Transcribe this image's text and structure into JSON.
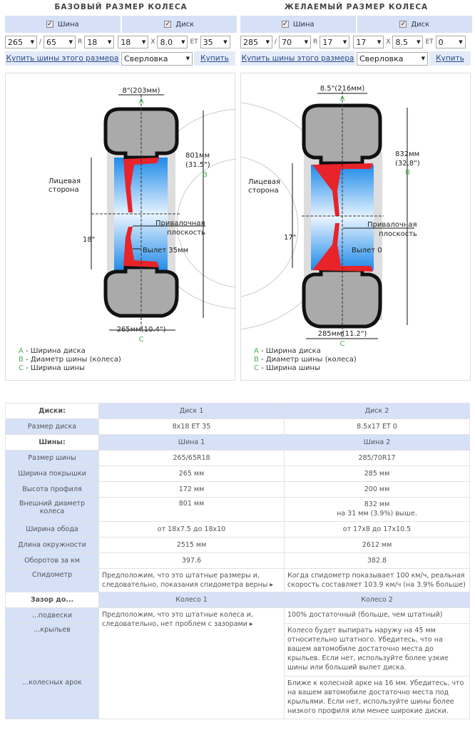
{
  "base": {
    "title": "БАЗОВЫЙ РАЗМЕР КОЛЕСА",
    "tire_label": "Шина",
    "disk_label": "Диск",
    "tire_width": "265",
    "tire_profile": "65",
    "tire_r_label": "R",
    "tire_diameter": "18",
    "disk_diameter": "18",
    "disk_x_label": "X",
    "disk_width": "8.0",
    "disk_et_label": "ET",
    "disk_et": "35",
    "buy_tires": "Купить шины этого размера",
    "drilling": "Сверловка",
    "buy": "Купить",
    "diagram": {
      "rim_width": "8\"(203мм)",
      "diameter_mm": "801мм",
      "diameter_in": "(31.5\")",
      "face_label_1": "Лицевая",
      "face_label_2": "сторона",
      "rim_size": "18\"",
      "mount_1": "Привалочная",
      "mount_2": "плоскость",
      "offset": "Вылет 35мм",
      "tire_width": "265мм(10.4\")"
    }
  },
  "desired": {
    "title": "ЖЕЛАЕМЫЙ РАЗМЕР КОЛЕСА",
    "tire_label": "Шина",
    "disk_label": "Диск",
    "tire_width": "285",
    "tire_profile": "70",
    "tire_r_label": "R",
    "tire_diameter": "17",
    "disk_diameter": "17",
    "disk_x_label": "X",
    "disk_width": "8.5",
    "disk_et_label": "ET",
    "disk_et": "0",
    "buy_tires": "Купить шины этого размера",
    "drilling": "Сверловка",
    "buy": "Купить",
    "diagram": {
      "rim_width": "8.5\"(216мм)",
      "diameter_mm": "832мм",
      "diameter_in": "(32.8\")",
      "face_label_1": "Лицевая",
      "face_label_2": "сторона",
      "rim_size": "17\"",
      "mount_1": "Привалочная",
      "mount_2": "плоскость",
      "offset": "Вылет 0",
      "tire_width": "285мм(11.2\")"
    }
  },
  "legend": {
    "a_key": "A",
    "a_text": " - Ширина диска",
    "b_key": "B",
    "b_text": " - Диаметр шины (колеса)",
    "c_key": "C",
    "c_text": " - Ширина шины"
  },
  "marks": {
    "a": "A",
    "b": "B",
    "c": "C"
  },
  "table": {
    "disks_header": "Диски:",
    "disk1": "Диск 1",
    "disk2": "Диск 2",
    "disk_size_label": "Размер диска",
    "disk_size_1": "8x18 ET 35",
    "disk_size_2": "8.5x17 ET 0",
    "tires_header": "Шины:",
    "tire1": "Шина 1",
    "tire2": "Шина 2",
    "rows": [
      {
        "label": "Размер шины",
        "v1": "265/65R18",
        "v2": "285/70R17"
      },
      {
        "label": "Ширина покрышки",
        "v1": "265 мм",
        "v2": "285 мм"
      },
      {
        "label": "Высота профиля",
        "v1": "172 мм",
        "v2": "200 мм"
      }
    ],
    "outer_diam_label": "Внешний диаметр колеса",
    "outer_diam_1": "801 мм",
    "outer_diam_2": "832 мм",
    "outer_diam_2_note": "на 31 мм (3.9%) выше.",
    "rows2": [
      {
        "label": "Ширина обода",
        "v1": "от 18x7.5 до 18x10",
        "v2": "от 17x8 до 17x10.5"
      },
      {
        "label": "Длина окружности",
        "v1": "2515 мм",
        "v2": "2612 мм"
      },
      {
        "label": "Оборотов за км",
        "v1": "397.6",
        "v2": "382.8"
      }
    ],
    "speedo_label": "Спидометр",
    "speedo_1": "Предположим, что это штатные размеры и, следовательно, показания спидометра верны ▸",
    "speedo_2": "Когда спидометр показывает 100 км/ч, реальная скорость составляет 103.9 км/ч (на 3.9% больше)",
    "clearance_header": "Зазор до...",
    "wheel1": "Колесо 1",
    "wheel2": "Колесо 2",
    "susp_label": "...подвески",
    "fenders_label": "...крыльев",
    "arches_label": "...колесных арок",
    "clearance_1": "Предположим, что это штатные колеса и, следовательно, нет проблем с зазорами ▸",
    "susp_2": "100% достаточный (больше, чем штатный)",
    "fenders_2": "Колесо будет выпирать наружу на 45 мм относительно штатного. Убедитесь, что на вашем автомобиле достаточно места до крыльев. Если нет, используйте более узкие шины или больший вылет диска.",
    "arches_2": "Ближе к колесной арке на 16 мм. Убедитесь, что на вашем автомобиле достаточно места под крыльями. Если нет, используйте шины более низкого профиля или менее широкие диски."
  }
}
